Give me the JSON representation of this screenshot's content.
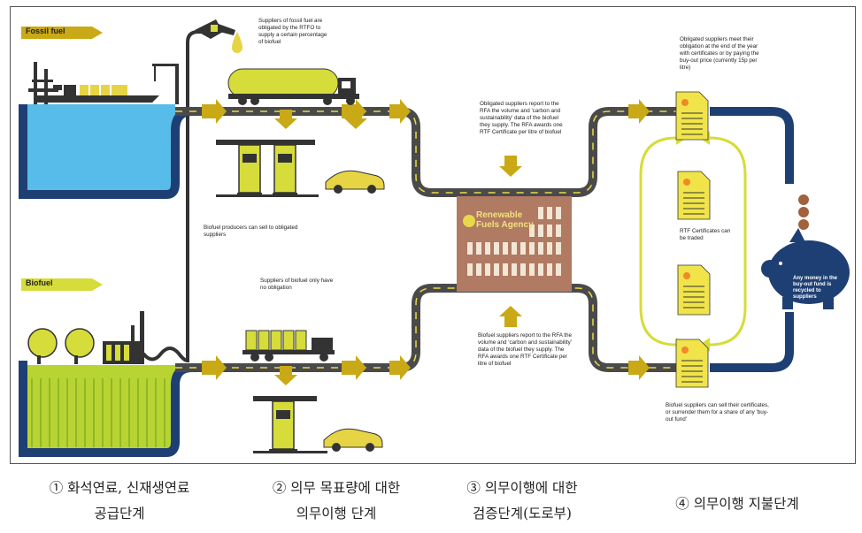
{
  "labels": {
    "fossil_fuel": "Fossil fuel",
    "biofuel": "Biofuel",
    "agency": "Renewable\nFuels Agency"
  },
  "notes": {
    "fossil_suppliers": "Suppliers of fossil fuel are obligated by the RTFO to supply a certain percentage of biofuel",
    "biofuel_producers": "Biofuel producers can sell to obligated suppliers",
    "biofuel_suppliers_no_obligation": "Suppliers of biofuel only have no obligation",
    "obligated_report": "Obligated suppliers report to the RFA the volume and 'carbon and sustainability' data of the biofuel they supply. The RFA awards one RTF Certificate per litre of biofuel",
    "biofuel_report": "Biofuel suppliers report to the RFA the volume and 'carbon and sustainability' data of the biofuel they supply. The RFA awards one RTF Certificate per litre of biofuel",
    "meet_obligation": "Obligated suppliers meet their obligation at the end of the year with certificates or by paying the buy-out price (currently 15p per litre)",
    "certificates_traded": "RTF Certificates can be traded",
    "sell_certificates": "Biofuel suppliers can sell their certificates, or surrender them for a share of any 'buy-out fund'",
    "buyout_fund": "Any money in the buy-out fund is recycled to suppliers"
  },
  "captions": {
    "step1": "① 화석연료, 신재생연료\n공급단계",
    "step2": "② 의무 목표량에 대한\n의무이행 단계",
    "step3": "③ 의무이행에 대한\n검증단계(도로부)",
    "step4": "④ 의무이행 지불단계"
  },
  "colors": {
    "road": "#4a4a4a",
    "road_mark": "#e8d94a",
    "arrow": "#c9a915",
    "water": "#57bce9",
    "water_border": "#1e3f73",
    "field": "#b8d433",
    "building": "#b07a63",
    "lime": "#d6dc3a",
    "doc": "#f0e44a",
    "doc_dot": "#f08a24",
    "piggy": "#1e3f73",
    "coin": "#a0623f"
  }
}
